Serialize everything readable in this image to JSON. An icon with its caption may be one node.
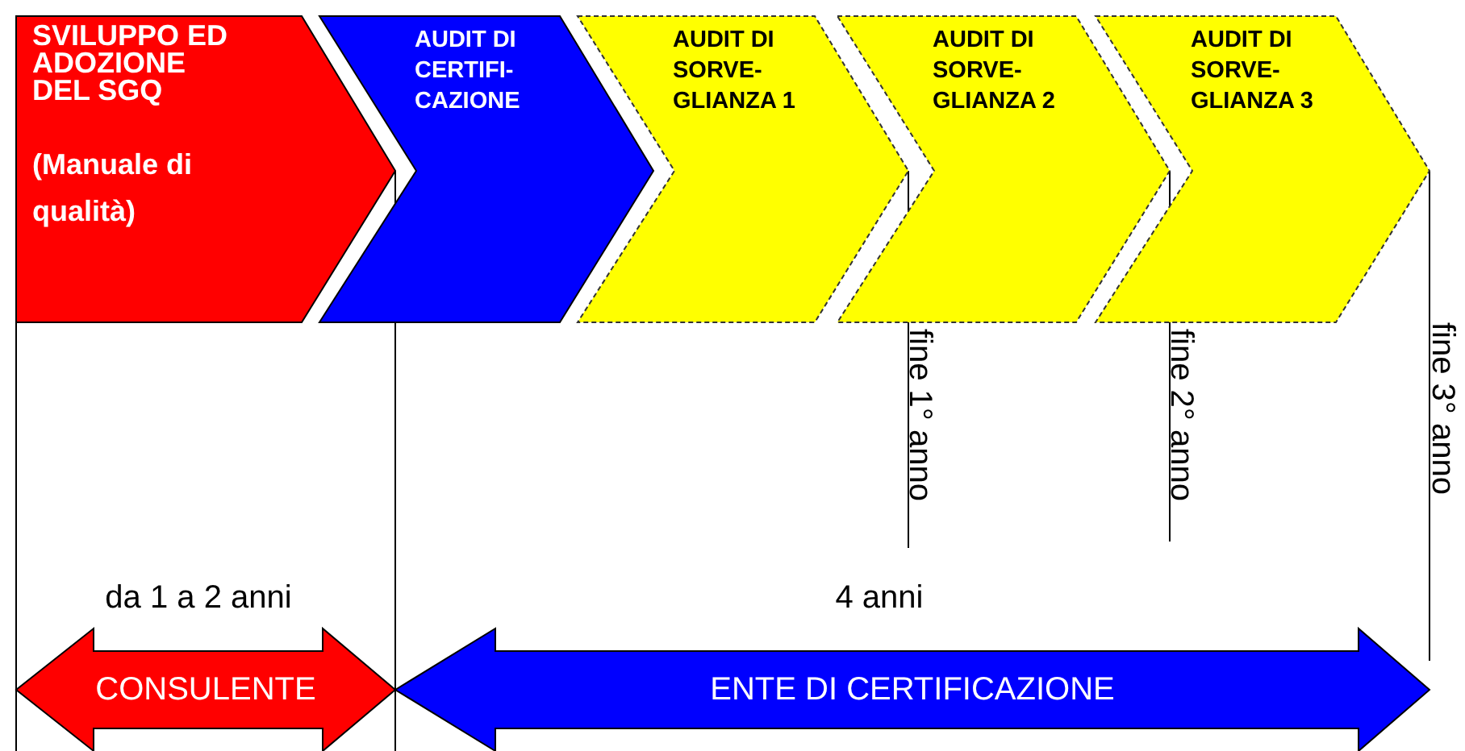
{
  "diagram": {
    "nodes": [
      {
        "text": [
          "SVILUPPO ED ADOZIONE DEL SGQ",
          "(Manuale di qualità)"
        ]
      },
      {
        "text": [
          "AUDIT DI CERTIFI- CAZIONE"
        ]
      },
      {
        "text": [
          "AUDIT DI SORVE- GLIANZA 1"
        ]
      },
      {
        "text": [
          "AUDIT DI SORVE- GLIANZA 2"
        ]
      },
      {
        "text": [
          "AUDIT DI SORVE- GLIANZA 3"
        ]
      },
      {
        "text": [
          "CONSULENTE"
        ],
        "beside": [
          "da 1 a 2 anni"
        ]
      },
      {
        "text": [
          "ENTE DI CERTIFICAZIONE"
        ],
        "beside": [
          "4 anni"
        ]
      }
    ],
    "edges": [],
    "labels": [
      "fine 1° anno",
      "fine 2° anno",
      "fine 3° anno"
    ]
  }
}
